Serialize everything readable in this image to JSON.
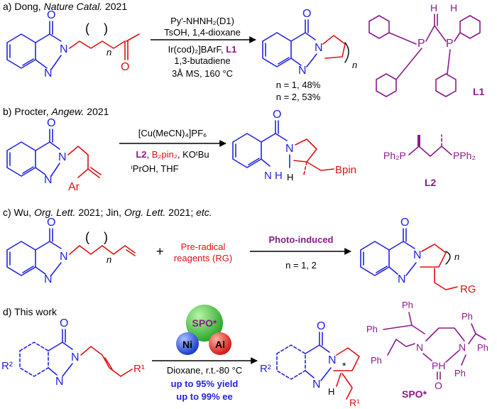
{
  "colors": {
    "blue": "#2323e0",
    "red": "#e01010",
    "purple": "#8a1a8a",
    "green_sphere": "#3cc83c",
    "blue_sphere": "#2a55d8",
    "red_sphere": "#e83030"
  },
  "panel_a": {
    "title_prefix": "a) Dong, ",
    "title_journal": "Nature Catal.",
    "title_year": " 2021",
    "reagent_line1": "Py'-NHNH₂(D1)",
    "reagent_line2": "TsOH, 1,4-dioxane",
    "reagent_line3_main": "Ir(cod)₂]BArF, ",
    "reagent_line3_ligand": "L1",
    "reagent_line4": "1,3-butadiene",
    "reagent_line5": "3Å MS, 160 °C",
    "yield1": "n = 1, 48%",
    "yield2": "n = 2, 53%",
    "ligand_label": "L1",
    "atom_O": "O",
    "atom_N": "N",
    "atom_n": "n",
    "atom_H": "H",
    "atom_P": "P"
  },
  "panel_b": {
    "title_prefix": "b) Procter, ",
    "title_journal": "Angew.",
    "title_year": " 2021",
    "reagent_line1": "[Cu(MeCN)₄]PF₆",
    "reagent_L2": "L2",
    "reagent_B2pin2": "B₂pin₂",
    "reagent_rest": ", KOᵗBu",
    "reagent_line3": "ⁱPrOH, THF",
    "atom_Ar": "Ar",
    "atom_NH": "N H",
    "atom_H": "H",
    "atom_Bpin": "Bpin",
    "ligand_left": "Ph₂P",
    "ligand_right": "PPh₂",
    "ligand_label": "L2"
  },
  "panel_c": {
    "title_prefix": "c) Wu, ",
    "title_journal1": "Org. Lett.",
    "title_mid": " 2021; Jin, ",
    "title_journal2": "Org. Lett.",
    "title_end": " 2021; ",
    "title_etc": "etc.",
    "plus": "+",
    "reagent_line1": "Pre-radical",
    "reagent_line2": "reagents (RG)",
    "arrow_top": "Photo-induced",
    "arrow_bottom": "n = 1, 2",
    "atom_RG": "RG"
  },
  "panel_d": {
    "title": "d) This work",
    "sphere_top": "SPO*",
    "sphere_left": "Ni",
    "sphere_right": "Al",
    "conditions": "Dioxane, r.t.-80 °C",
    "yield": "up to 95% yield",
    "ee": "up to 99% ee",
    "atom_R2": "R²",
    "atom_R1": "R¹",
    "atom_star": "*",
    "spo_label": "SPO*",
    "atom_Ph": "Ph",
    "atom_PH": "PH",
    "atom_O": "O"
  }
}
